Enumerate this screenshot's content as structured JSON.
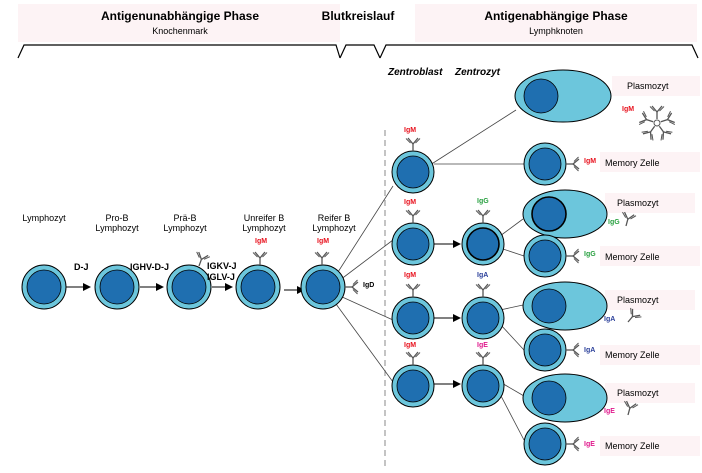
{
  "phases": {
    "independent": {
      "title": "Antigenunabhängige Phase",
      "subtitle": "Knochenmark"
    },
    "circulation": {
      "title": "Blutkreislauf"
    },
    "dependent": {
      "title": "Antigenabhängige Phase",
      "subtitle": "Lymphknoten"
    }
  },
  "germinal_center": {
    "zentroblast": "Zentroblast",
    "zentrozyt": "Zentrozyt"
  },
  "stages": {
    "lymphozyt": "Lymphozyt",
    "pro_b": [
      "Pro-B",
      "Lymphozyt"
    ],
    "prae_b": [
      "Prä-B",
      "Lymphozyt"
    ],
    "unreif_b": [
      "Unreifer B",
      "Lymphozyt"
    ],
    "reif_b": [
      "Reifer B",
      "Lymphozyt"
    ]
  },
  "rearrangements": {
    "dj": "D-J",
    "vdj": "IGHV-D-J",
    "light_1": "IGKV-J",
    "light_2": "IGLV-J"
  },
  "isotypes": {
    "igm": "IgM",
    "igd": "IgD",
    "igg": "IgG",
    "iga": "IgA",
    "ige": "IgE"
  },
  "outcomes": {
    "plasma": "Plasmozyt",
    "memory": "Memory Zelle"
  },
  "colors": {
    "nucleus": "#1f6fb0",
    "cytoplasm": "#6cc6dc",
    "igm": "#e8101c",
    "igg": "#28a040",
    "iga": "#2a3f9a",
    "ige": "#e0188c",
    "band": "#fdf3f5"
  }
}
